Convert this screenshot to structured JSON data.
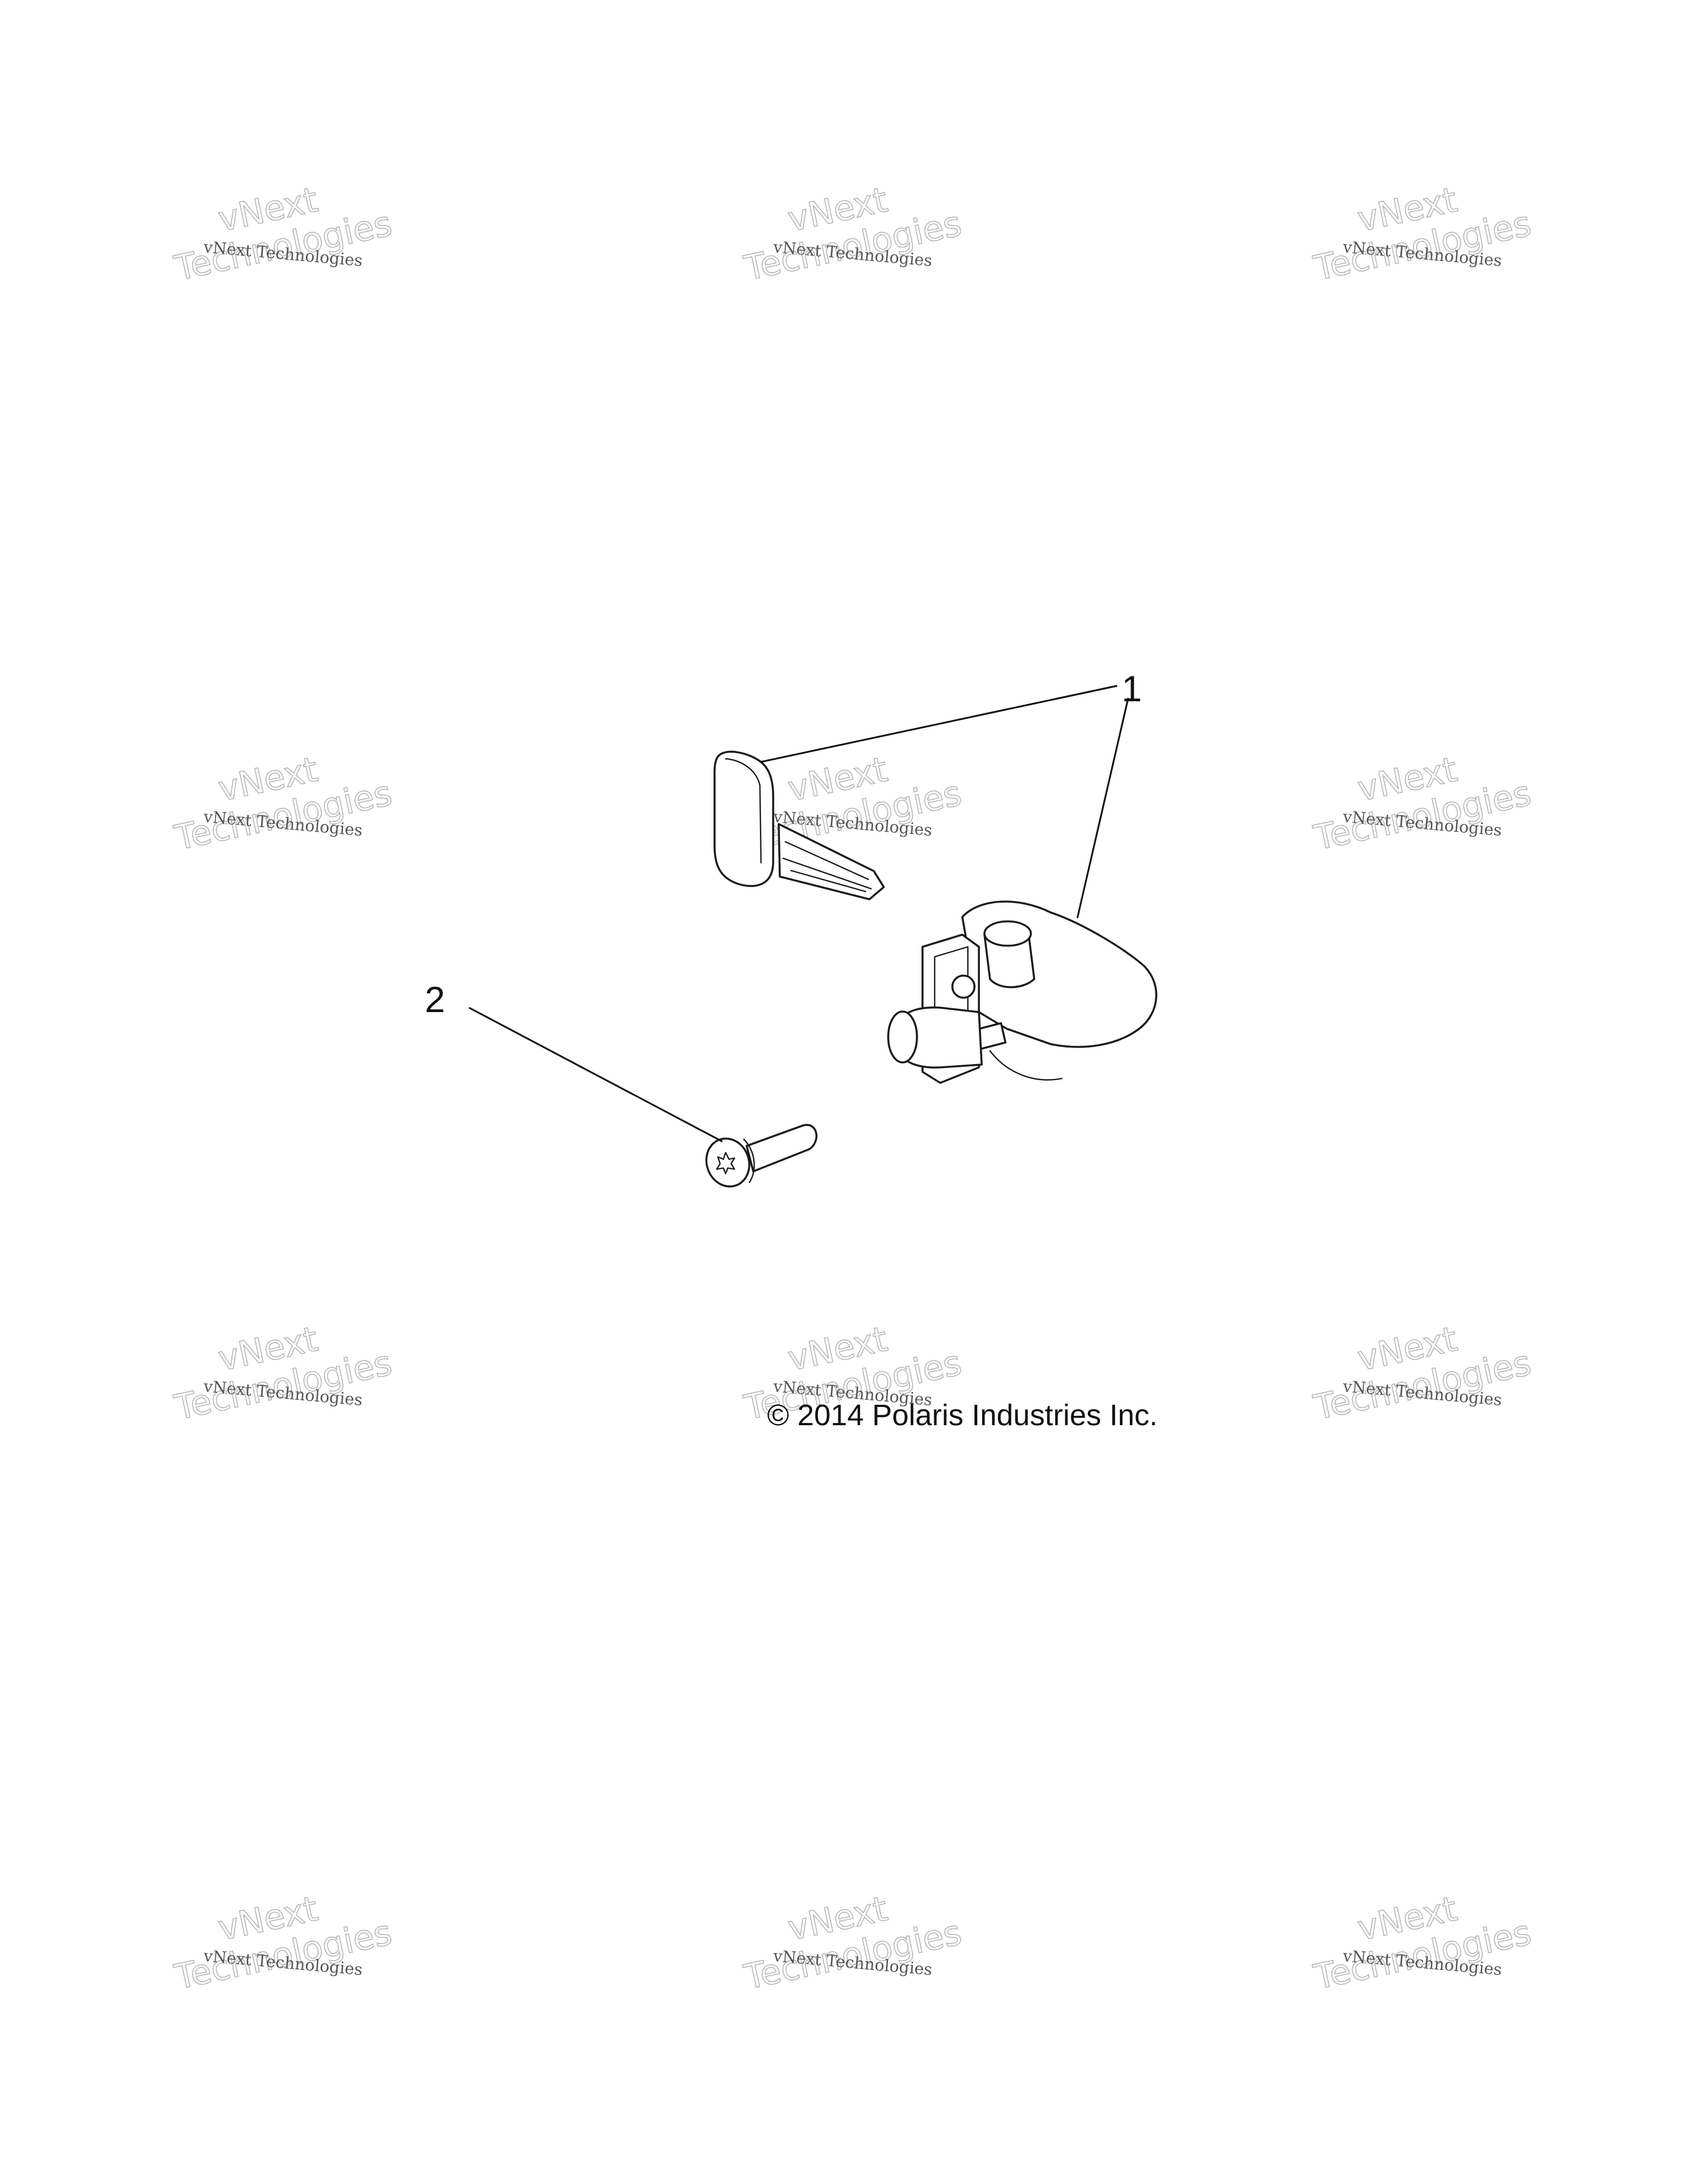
{
  "diagram": {
    "callouts": [
      {
        "label": "1"
      },
      {
        "label": "2"
      }
    ],
    "copyright": "© 2014 Polaris Industries Inc.",
    "watermark": {
      "line_small": "vNext Technologies",
      "line_big_1": "vNext",
      "line_big_2": "Technologies"
    }
  }
}
